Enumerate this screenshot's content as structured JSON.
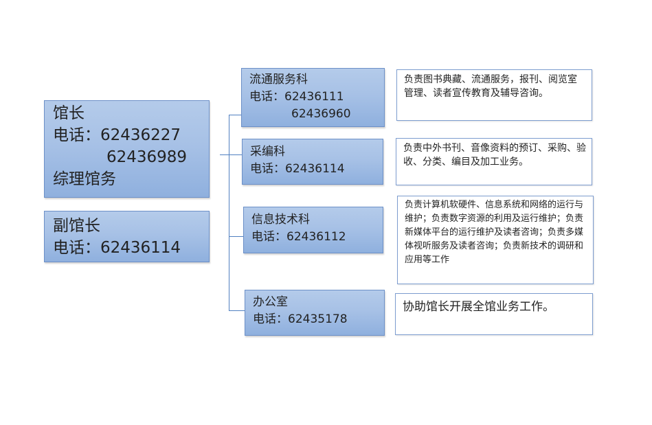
{
  "director": {
    "title": "馆长",
    "phone_label": "电话：62436227",
    "phone_2": "62436989",
    "duty": "综理馆务"
  },
  "deputy": {
    "title": "副馆长",
    "phone_label": "电话：62436114"
  },
  "departments": [
    {
      "name": "流通服务科",
      "phone_label": "电话：62436111",
      "phone_2": "62436960",
      "description": "负责图书典藏、流通服务，报刊、阅览室管理、读者宣传教育及辅导咨询。"
    },
    {
      "name": "采编科",
      "phone_label": "电话：62436114",
      "description": "负责中外书刊、音像资料的预订、采购、验收、分类、编目及加工业务。"
    },
    {
      "name": "信息技术科",
      "phone_label": "电话：62436112",
      "description": "负责计算机软硬件、信息系统和网络的运行与维护；负责数字资源的利用及运行维护；负责新媒体平台的运行维护及读者咨询；负责多媒体视听服务及读者咨询；负责新技术的调研和应用等工作"
    },
    {
      "name": "办公室",
      "phone_label": "电话：62435178",
      "description": "协助馆长开展全馆业务工作。"
    }
  ],
  "colors": {
    "box_fill": "#a7c1e6",
    "box_border": "#6b8fc7",
    "connector": "#4f7fc0"
  }
}
